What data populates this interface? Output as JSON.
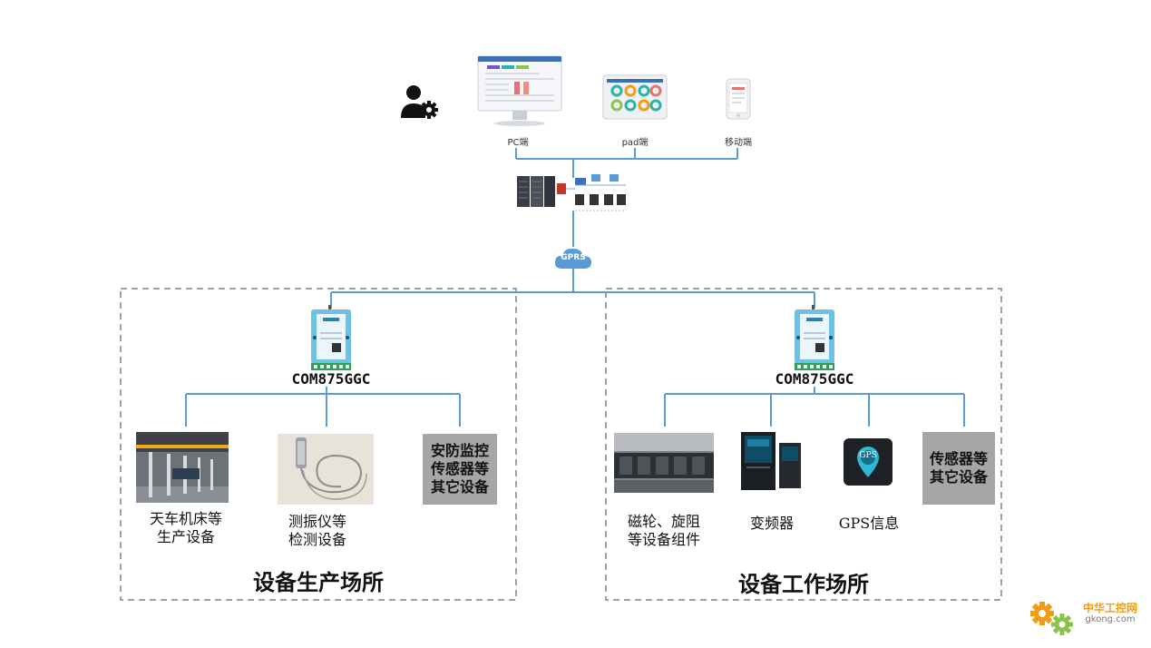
{
  "clients": [
    {
      "label": "PC端"
    },
    {
      "label": "pad端"
    },
    {
      "label": "移动端"
    }
  ],
  "network_label": "GPRS",
  "zones": [
    {
      "title": "设备生产场所",
      "device": "COM875GGC",
      "items": [
        {
          "caption": "天车机床等\n生产设备"
        },
        {
          "caption": "测振仪等\n检测设备"
        },
        {
          "box": "安防监控\n传感器等\n其它设备"
        }
      ]
    },
    {
      "title": "设备工作场所",
      "device": "COM875GGC",
      "items": [
        {
          "caption": "磁轮、旋阻\n等设备组件"
        },
        {
          "caption": "变频器"
        },
        {
          "caption": "GPS信息"
        },
        {
          "box": "传感器等\n其它设备"
        }
      ]
    }
  ],
  "gps_icon_text": "GPS",
  "watermark": {
    "name": "中华工控网",
    "url": "gkong.com"
  },
  "colors": {
    "line": "#5b9bd5",
    "dash": "#a0a0a0",
    "gray_box": "#a6a6a6",
    "orange": "#f39c12",
    "green": "#8bc34a"
  },
  "icons": [
    "user-gear-icon",
    "pc-monitor-icon",
    "tablet-icon",
    "phone-icon",
    "server-cluster-icon",
    "cloud-icon",
    "gateway-device-icon",
    "gps-icon",
    "gear-logo-icon"
  ]
}
